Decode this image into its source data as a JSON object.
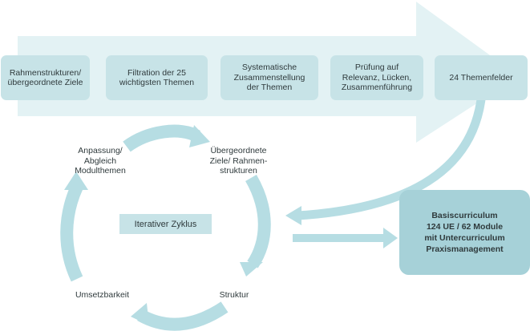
{
  "process": {
    "steps": [
      {
        "lines": [
          "Rahmenstrukturen/",
          "übergeordnete Ziele"
        ]
      },
      {
        "lines": [
          "Filtration der 25",
          "wichtigsten Themen"
        ]
      },
      {
        "lines": [
          "Systematische",
          "Zusammenstellung",
          "der Themen"
        ]
      },
      {
        "lines": [
          "Prüfung auf",
          "Relevanz, Lücken,",
          "Zusammenführung"
        ]
      },
      {
        "lines": [
          "24 Themenfelder"
        ]
      }
    ]
  },
  "cycle": {
    "center_label": "Iterativer Zyklus",
    "nodes": {
      "top_left": [
        "Anpassung/",
        "Abgleich",
        "Modulthemen"
      ],
      "top_right": [
        "Übergeordnete",
        "Ziele/ Rahmen-",
        "strukturen"
      ],
      "bottom_left": [
        "Umsetzbarkeit"
      ],
      "bottom_right": [
        "Struktur"
      ]
    }
  },
  "result": {
    "lines": [
      "Basiscurriculum",
      "124 UE / 62 Module",
      "mit Untercurriculum",
      "Praxismanagement"
    ]
  },
  "colors": {
    "arrow_light": "#e3f2f4",
    "box_light": "#c7e3e7",
    "cycle_arrow": "#b6dde3",
    "result_box": "#a6d1d8",
    "text": "#2f3a3c"
  }
}
